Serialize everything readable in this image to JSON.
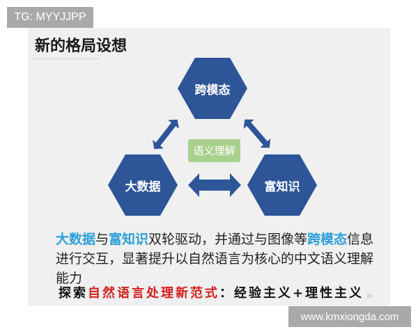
{
  "overlay": {
    "tag_label": "TG: MYYJJPP",
    "watermark": "www.kmxiongda.com"
  },
  "slide": {
    "title": "新的格局设想",
    "diagram": {
      "nodes": [
        {
          "id": "top",
          "label": "跨模态"
        },
        {
          "id": "left",
          "label": "大数据"
        },
        {
          "id": "right",
          "label": "富知识"
        }
      ],
      "center_label": "语义理解",
      "colors": {
        "hexagon": "#2d5597",
        "center_box": "#a9d18e",
        "arrow": "#2d5597"
      }
    },
    "body": {
      "parts": [
        {
          "text": "大数据",
          "highlight": true
        },
        {
          "text": "与",
          "highlight": false
        },
        {
          "text": "富知识",
          "highlight": true
        },
        {
          "text": "双轮驱动，并通过与图像等",
          "highlight": false
        },
        {
          "text": "跨模态",
          "highlight": true
        },
        {
          "text": "信息进行交互，显著提升以自然语言为核心的中文语义理解能力",
          "highlight": false
        }
      ],
      "highlight_color": "#2e9fd8"
    },
    "motto": {
      "prefix": "探索",
      "emphasis": "自然语言处理新范式",
      "suffix": "：经验主义+理性主义"
    },
    "page_number": "10"
  }
}
